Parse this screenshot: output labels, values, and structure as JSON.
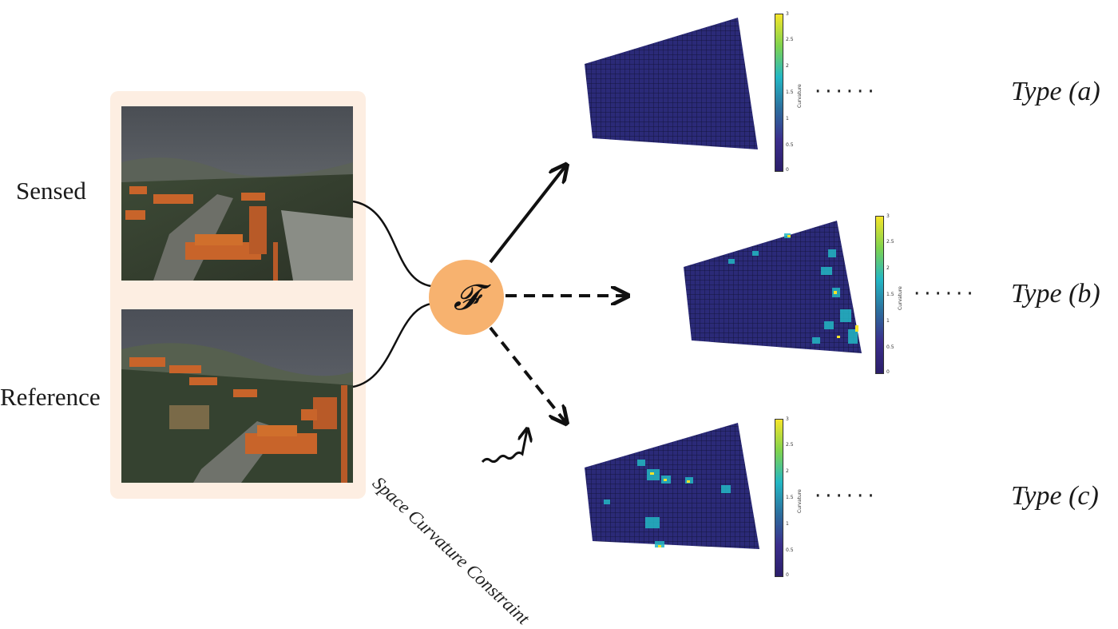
{
  "labels": {
    "sensed": "Sensed",
    "reference": "Reference",
    "operator": "𝓕",
    "constraint": "Space Curvature Constraint",
    "dots": "······"
  },
  "types": [
    {
      "label": "Type (a)",
      "arrow_style": "solid"
    },
    {
      "label": "Type (b)",
      "arrow_style": "dashed"
    },
    {
      "label": "Type (c)",
      "arrow_style": "dashed"
    }
  ],
  "colorbar": {
    "title": "Curvature",
    "ticks": [
      "3",
      "2.5",
      "2",
      "1.5",
      "1",
      "0.5",
      "0"
    ]
  },
  "colors": {
    "panel_bg": "#fdeee2",
    "node_fill": "#f7b26f",
    "mesh_fill": "#2b2a78",
    "mesh_line": "#15153f",
    "highlight_cyan": "#23b7c4",
    "highlight_yellow": "#f6e52a"
  }
}
